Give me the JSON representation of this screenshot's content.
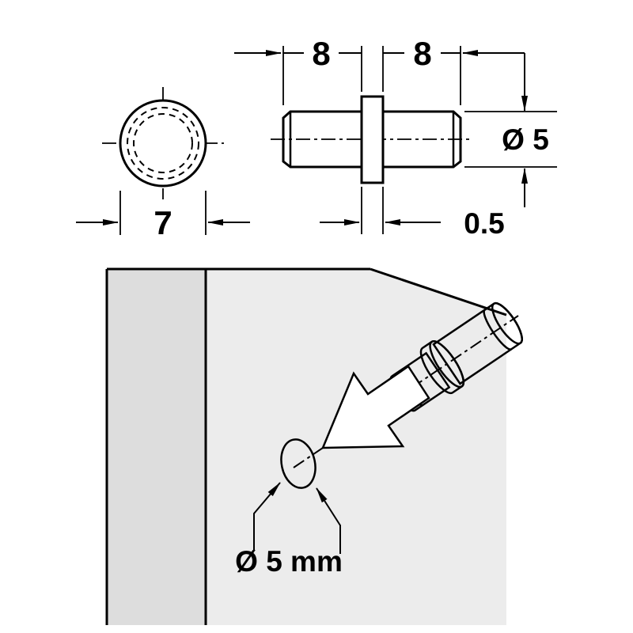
{
  "diagram": {
    "front_view": {
      "dim_width": "7"
    },
    "side_view": {
      "dim_left_length": "8",
      "dim_right_length": "8",
      "dim_diameter": "Ø 5",
      "dim_flange_thickness": "0.5"
    },
    "installation": {
      "hole_diameter_label": "Ø 5 mm"
    },
    "colors": {
      "line": "#000000",
      "panel_face": "#ececec",
      "panel_edge_strip": "#dddddd",
      "background": "#ffffff"
    }
  }
}
